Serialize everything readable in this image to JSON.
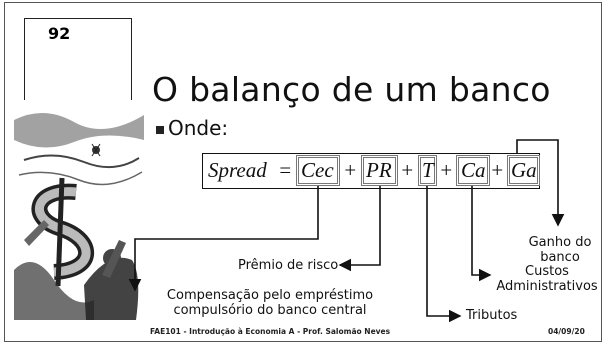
{
  "slide_number": "92",
  "title": "O balanço de um banco",
  "bullet": "Onde:",
  "formula": {
    "lhs": "Spread",
    "eq": "=",
    "terms": [
      "Cec",
      "PR",
      "T",
      "Ca",
      "Ga"
    ],
    "plus": "+"
  },
  "labels": {
    "ganho": "Ganho do banco",
    "premio": "Prêmio de risco",
    "custos": "Custos Administrativos",
    "compensacao_1": "Compensação pelo empréstimo",
    "compensacao_2": "compulsório do banco central",
    "tributos": "Tributos"
  },
  "footer": {
    "course": "FAE101 - Introdução à Economia A - Prof. Salomão Neves",
    "date": "04/09/20"
  }
}
